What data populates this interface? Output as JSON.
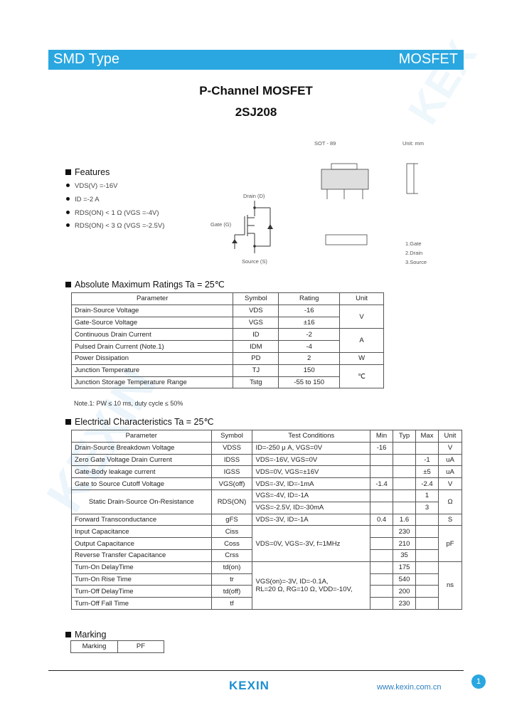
{
  "header": {
    "left": "SMD Type",
    "right": "MOSFET"
  },
  "title": {
    "line1": "P-Channel MOSFET",
    "part": "2SJ208"
  },
  "package": {
    "name": "SOT - 89",
    "unit": "Unit: mm"
  },
  "pins": [
    "1.Gate",
    "2.Drain",
    "3.Source"
  ],
  "circuit": {
    "drain": "Drain (D)",
    "gate": "Gate (G)",
    "source": "Source (S)"
  },
  "features": {
    "heading": "Features",
    "items": [
      "VDS(V) =-16V",
      "ID =-2 A",
      "RDS(ON) < 1 Ω (VGS =-4V)",
      "RDS(ON) < 3 Ω (VGS =-2.5V)"
    ]
  },
  "abs_max": {
    "heading": "Absolute Maximum Ratings Ta = 25℃",
    "columns": [
      "Parameter",
      "Symbol",
      "Rating",
      "Unit"
    ],
    "rows": [
      [
        "Drain-Source Voltage",
        "VDS",
        "-16"
      ],
      [
        "Gate-Source Voltage",
        "VGS",
        "±16"
      ],
      [
        "Continuous Drain Current",
        "ID",
        "-2"
      ],
      [
        "Pulsed Drain Current   (Note.1)",
        "IDM",
        "-4"
      ],
      [
        "Power Dissipation",
        "PD",
        "2"
      ],
      [
        "Junction Temperature",
        "TJ",
        "150"
      ],
      [
        "Junction Storage Temperature Range",
        "Tstg",
        "-55 to 150"
      ]
    ],
    "units": [
      "V",
      "A",
      "W",
      "℃"
    ],
    "note": "Note.1: PW ≤ 10 ms, duty cycle ≤ 50%"
  },
  "elec": {
    "heading": "Electrical Characteristics Ta = 25℃",
    "columns": [
      "Parameter",
      "Symbol",
      "Test Conditions",
      "Min",
      "Typ",
      "Max",
      "Unit"
    ],
    "rows": [
      [
        "Drain-Source Breakdown Voltage",
        "VDSS",
        "ID=-250 μ A, VGS=0V",
        "-16",
        "",
        "",
        "V"
      ],
      [
        "Zero Gate Voltage Drain Current",
        "IDSS",
        "VDS=-16V, VGS=0V",
        "",
        "",
        "-1",
        "uA"
      ],
      [
        "Gate-Body leakage current",
        "IGSS",
        "VDS=0V, VGS=±16V",
        "",
        "",
        "±5",
        "uA"
      ],
      [
        "Gate to Source Cutoff Voltage",
        "VGS(off)",
        "VDS=-3V, ID=-1mA",
        "-1.4",
        "",
        "-2.4",
        "V"
      ],
      [
        "Static Drain-Source On-Resistance",
        "RDS(ON)",
        "VGS=-4V, ID=-1A",
        "",
        "",
        "1",
        "Ω"
      ],
      [
        "",
        "",
        "VGS=-2.5V, ID=-30mA",
        "",
        "",
        "3",
        ""
      ],
      [
        "Forward Transconductance",
        "gFS",
        "VDS=-3V, ID=-1A",
        "0.4",
        "1.6",
        "",
        "S"
      ],
      [
        "Input Capacitance",
        "Ciss",
        "VDS=0V, VGS=-3V, f=1MHz",
        "",
        "230",
        "",
        "pF"
      ],
      [
        "Output Capacitance",
        "Coss",
        "",
        "",
        "210",
        "",
        ""
      ],
      [
        "Reverse Transfer Capacitance",
        "Crss",
        "",
        "",
        "35",
        "",
        ""
      ],
      [
        "Turn-On DelayTime",
        "td(on)",
        "VGS(on)=-3V, ID=-0.1A,",
        "",
        "175",
        "",
        "ns"
      ],
      [
        "Turn-On Rise Time",
        "tr",
        "RL=20 Ω, RG=10 Ω, VDD=-10V,",
        "",
        "540",
        "",
        ""
      ],
      [
        "Turn-Off DelayTime",
        "td(off)",
        "",
        "",
        "200",
        "",
        ""
      ],
      [
        "Turn-Off Fall Time",
        "tf",
        "",
        "",
        "230",
        "",
        ""
      ]
    ]
  },
  "marking": {
    "heading": "Marking",
    "label": "Marking",
    "value": "PF"
  },
  "footer": {
    "logo": "KEXIN",
    "url": "www.kexin.com.cn",
    "page": "1"
  }
}
